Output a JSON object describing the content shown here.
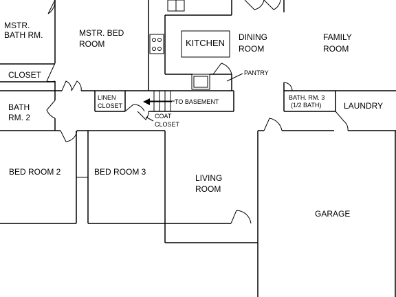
{
  "rooms": {
    "master_bath": [
      "MSTR.",
      "BATH RM."
    ],
    "master_bed": [
      "MSTR. BED",
      "ROOM"
    ],
    "closet": "CLOSET",
    "bath2": [
      "BATH",
      "RM. 2"
    ],
    "linen_closet": [
      "LINEN",
      "CLOSET"
    ],
    "coat_closet": [
      "COAT",
      "CLOSET"
    ],
    "to_basement": "TO BASEMENT",
    "kitchen": "KITCHEN",
    "dining": [
      "DINING",
      "ROOM"
    ],
    "pantry": "PANTRY",
    "family": [
      "FAMILY",
      "ROOM"
    ],
    "bath3": [
      "BATH. RM. 3",
      "(1/2 BATH)"
    ],
    "laundry": "LAUNDRY",
    "bedroom2": "BED  ROOM 2",
    "bedroom3": "BED  ROOM 3",
    "living": [
      "LIVING",
      "ROOM"
    ],
    "garage": "GARAGE"
  }
}
